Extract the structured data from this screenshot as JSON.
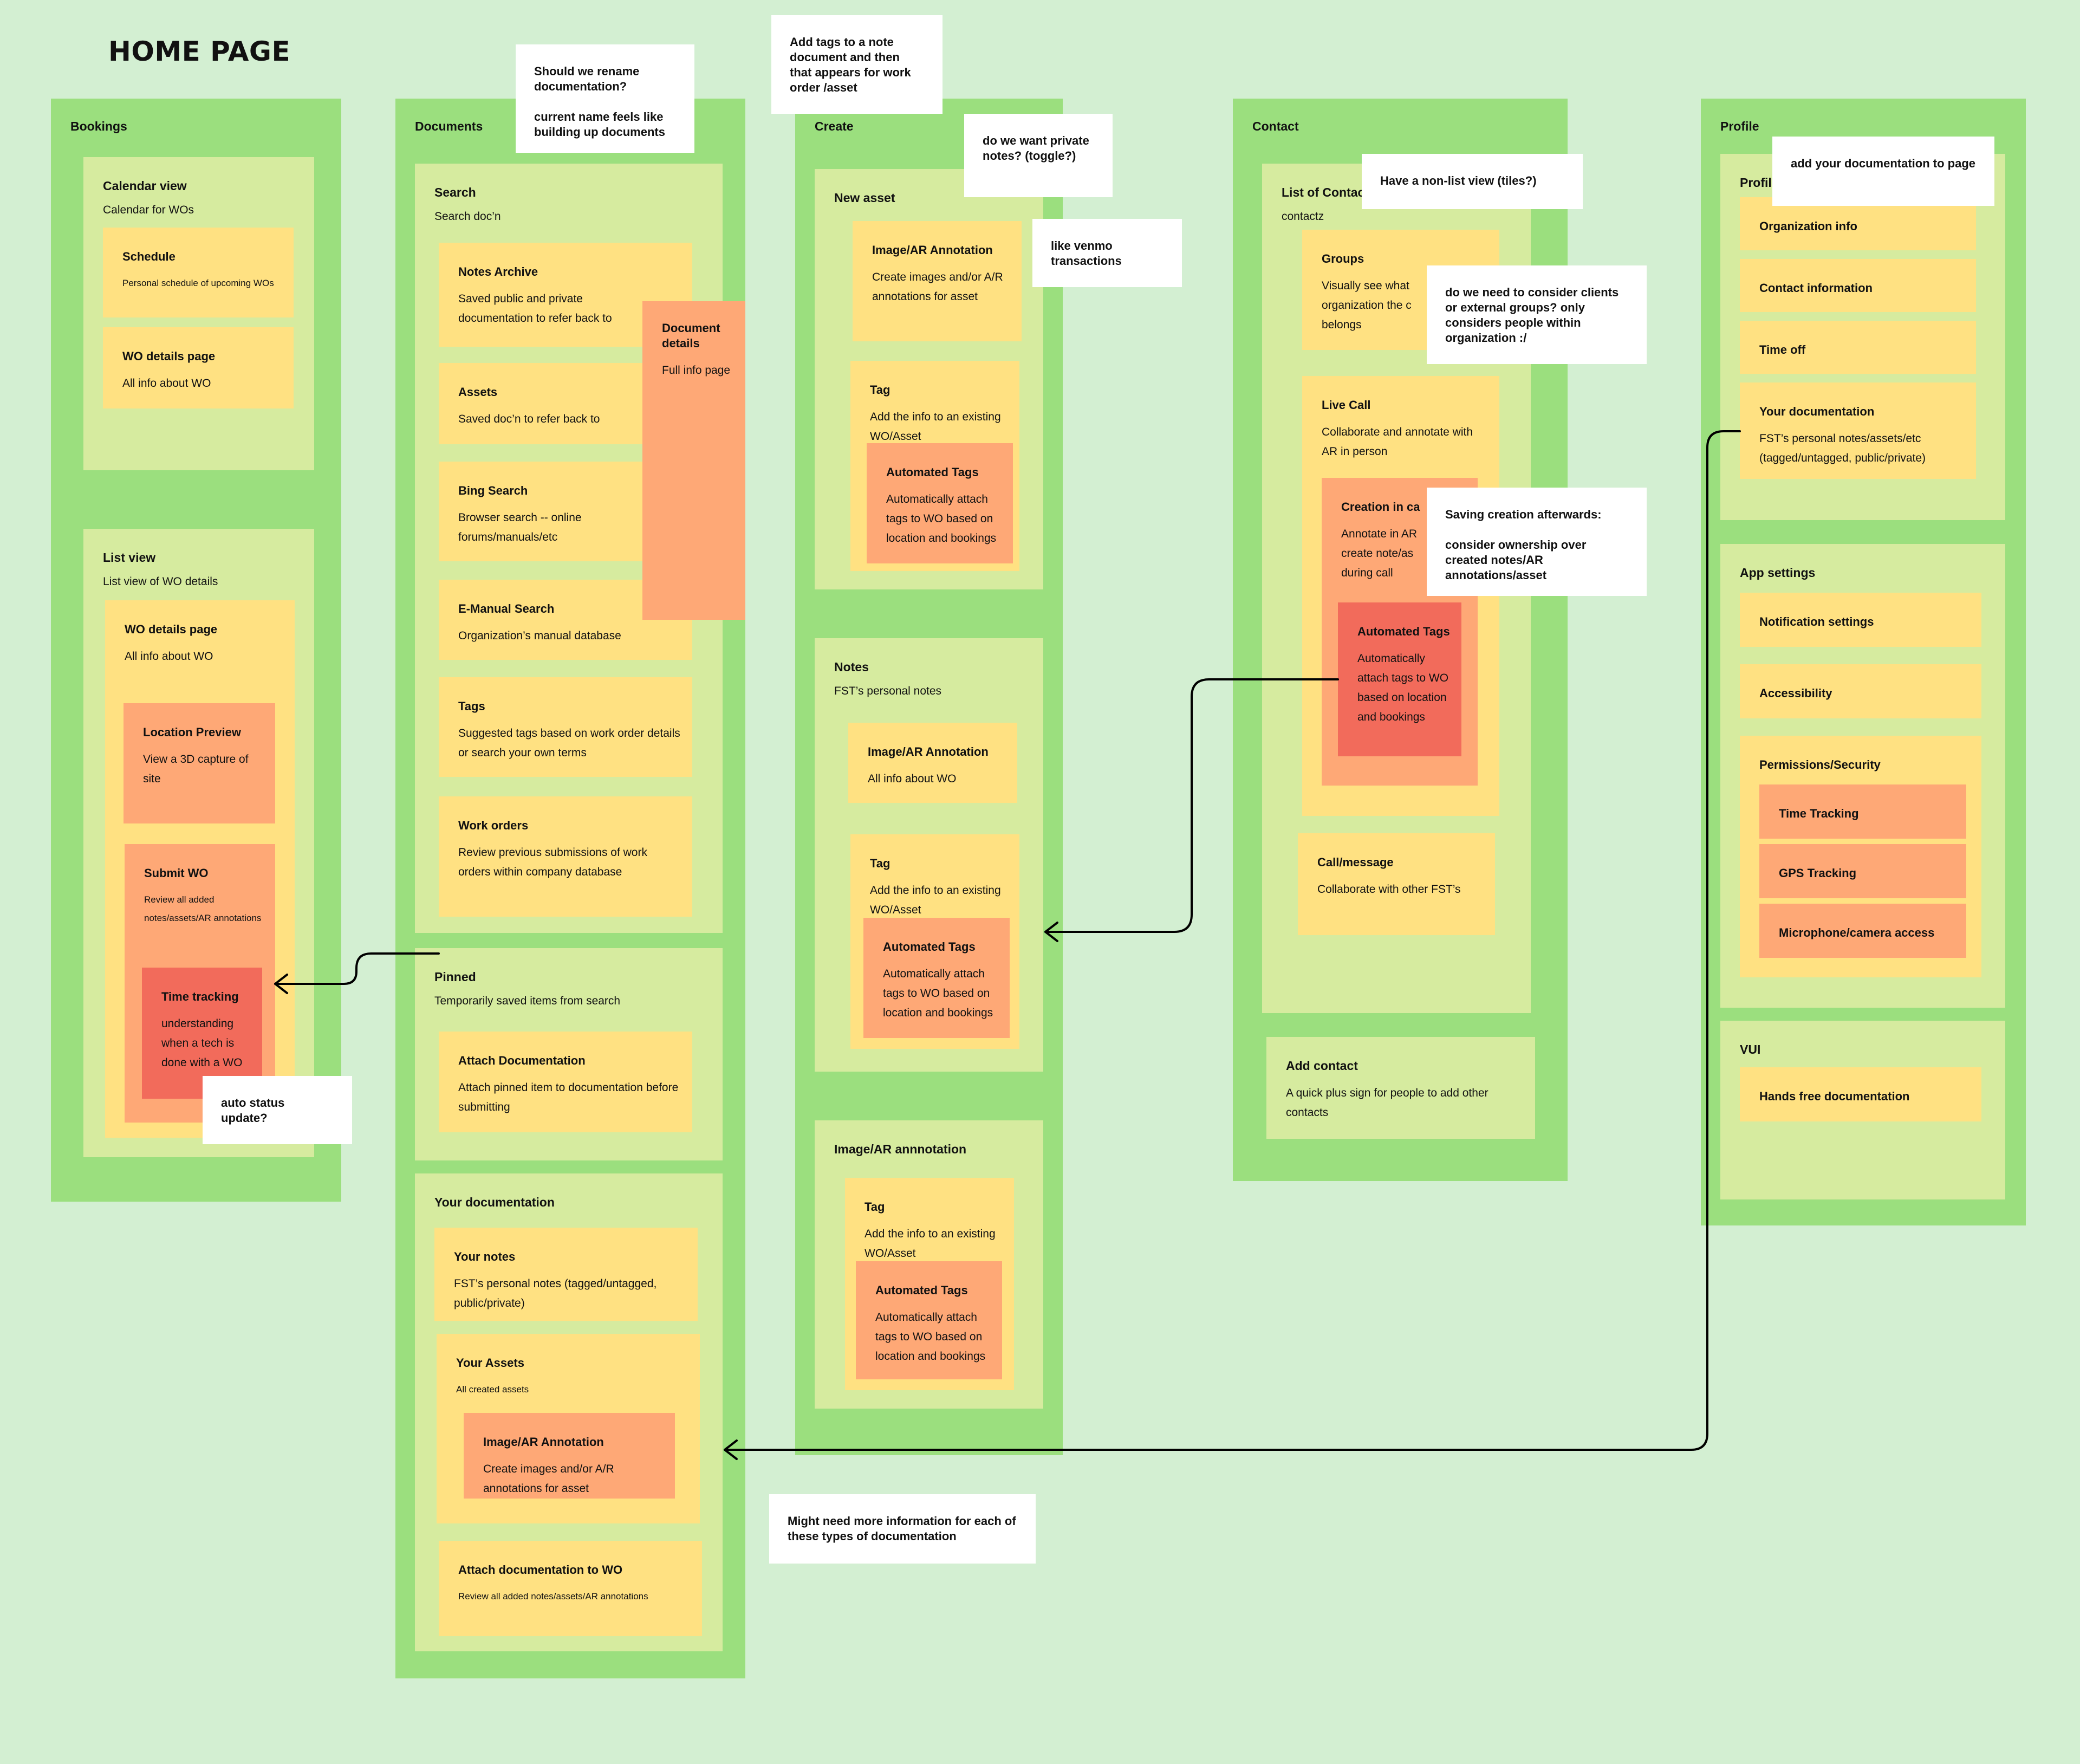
{
  "title": "HOME PAGE",
  "columns": {
    "bookings": {
      "label": "Bookings"
    },
    "documents": {
      "label": "Documents"
    },
    "create": {
      "label": "Create"
    },
    "contact": {
      "label": "Contact"
    },
    "profile": {
      "label": "Profile"
    }
  },
  "bookings": {
    "calendar": {
      "title": "Calendar view",
      "desc": "Calendar for WOs"
    },
    "schedule": {
      "title": "Schedule",
      "desc": "Personal schedule of upcoming WOs"
    },
    "wo_details_1": {
      "title": "WO details page",
      "desc": "All info about WO"
    },
    "list": {
      "title": "List view",
      "desc": "List view of WO details"
    },
    "wo_details_2": {
      "title": "WO details page",
      "desc": "All info about WO"
    },
    "location": {
      "title": "Location Preview",
      "desc": "View a 3D capture of site"
    },
    "submit": {
      "title": "Submit WO",
      "desc": "Review all added notes/assets/AR annotations"
    },
    "time_tracking": {
      "title": "Time tracking",
      "desc": "understanding when a tech is done with a WO"
    }
  },
  "documents": {
    "search": {
      "title": "Search",
      "desc": "Search doc’n"
    },
    "notes_archive": {
      "title": "Notes Archive",
      "desc": "Saved public and private documentation to refer back to"
    },
    "assets": {
      "title": "Assets",
      "desc": "Saved doc’n to refer back to"
    },
    "bing": {
      "title": "Bing Search",
      "desc": "Browser search -- online forums/manuals/etc"
    },
    "emanual": {
      "title": "E-Manual Search",
      "desc": "Organization’s manual database"
    },
    "tags": {
      "title": "Tags",
      "desc": "Suggested tags based on work order details or search your own terms"
    },
    "work_orders": {
      "title": "Work orders",
      "desc": "Review previous submissions of work orders within company database"
    },
    "doc_details": {
      "title": "Document details",
      "desc": "Full info page"
    },
    "pinned": {
      "title": "Pinned",
      "desc": "Temporarily saved items from search"
    },
    "attach_doc": {
      "title": "Attach Documentation",
      "desc": "Attach pinned item to documentation before submitting"
    },
    "your_doc": {
      "title": "Your documentation"
    },
    "your_notes": {
      "title": "Your notes",
      "desc": "FST’s personal notes (tagged/untagged, public/private)"
    },
    "your_assets": {
      "title": "Your Assets",
      "desc": "All created assets"
    },
    "image_ar": {
      "title": "Image/AR Annotation",
      "desc": "Create images and/or A/R annotations for asset"
    },
    "attach_wo": {
      "title": "Attach documentation to WO",
      "desc": "Review all added notes/assets/AR annotations"
    }
  },
  "create": {
    "new_asset": {
      "title": "New asset"
    },
    "image_ar_1": {
      "title": "Image/AR Annotation",
      "desc": "Create images and/or A/R annotations for asset"
    },
    "tag_1": {
      "title": "Tag",
      "desc": "Add the info to an existing WO/Asset"
    },
    "auto_1": {
      "title": "Automated Tags",
      "desc": "Automatically attach tags to WO based on location and bookings"
    },
    "notes": {
      "title": "Notes",
      "desc": "FST’s personal notes"
    },
    "image_ar_2": {
      "title": "Image/AR Annotation",
      "desc": "All info about WO"
    },
    "tag_2": {
      "title": "Tag",
      "desc": "Add the info to an existing WO/Asset"
    },
    "auto_2": {
      "title": "Automated Tags",
      "desc": "Automatically attach tags to WO based on location and bookings"
    },
    "image_annotation": {
      "title": "Image/AR annnotation"
    },
    "tag_3": {
      "title": "Tag",
      "desc": "Add the info to an existing WO/Asset"
    },
    "auto_3": {
      "title": "Automated Tags",
      "desc": "Automatically attach tags to WO based on location and bookings"
    }
  },
  "contact": {
    "list": {
      "title": "List of Contac",
      "desc": "contactz"
    },
    "groups": {
      "title": "Groups",
      "desc": "Visually see what organization the c belongs"
    },
    "live_call": {
      "title": "Live Call",
      "desc": "Collaborate and annotate with AR in person"
    },
    "creation": {
      "title": "Creation in ca",
      "desc": "Annotate in AR create note/as during call"
    },
    "auto": {
      "title": "Automated Tags",
      "desc": "Automatically attach tags to WO based on location and bookings"
    },
    "call_msg": {
      "title": "Call/message",
      "desc": "Collaborate with other FST’s"
    },
    "add_contact": {
      "title": "Add contact",
      "desc": "A quick plus sign for people to add other contacts"
    }
  },
  "profile": {
    "profile_section": {
      "title": "Profil"
    },
    "org_info": {
      "title": "Organization info"
    },
    "contact_info": {
      "title": "Contact information"
    },
    "time_off": {
      "title": "Time off"
    },
    "your_doc": {
      "title": "Your documentation",
      "desc": "FST’s personal notes/assets/etc (tagged/untagged, public/private)"
    },
    "app_settings": {
      "title": "App settings"
    },
    "notifications": {
      "title": "Notification settings"
    },
    "accessibility": {
      "title": "Accessibility"
    },
    "permissions": {
      "title": "Permissions/Security"
    },
    "time_tracking": {
      "title": "Time Tracking"
    },
    "gps": {
      "title": "GPS Tracking"
    },
    "mic": {
      "title": "Microphone/camera access"
    },
    "vui": {
      "title": "VUI"
    },
    "hands_free": {
      "title": "Hands free documentation"
    }
  },
  "comments": {
    "rename": "Should we rename documentation?\n\ncurrent name feels like building up documents",
    "add_tags": "Add tags to a note document and then that appears for work order /asset",
    "private_notes": "do we want private notes? (toggle?)",
    "venmo": "like venmo transactions",
    "non_list": "Have a non-list view (tiles?)",
    "clients": "do we need to consider clients or external groups? only considers people within organization :/",
    "saving_creation": "Saving creation afterwards:\n\nconsider ownership over created notes/AR annotations/asset",
    "add_your_doc": "add your documentation to page",
    "auto_status": "auto status update?",
    "more_info": "Might need more information for each of these types of documentation"
  },
  "colors": {
    "background": "#d3efd2",
    "column": "#9bdf7e",
    "section": "#d6eb9f",
    "card": "#ffe182",
    "card_orange": "#fea876",
    "card_red": "#f26b5b",
    "comment": "#ffffff"
  }
}
